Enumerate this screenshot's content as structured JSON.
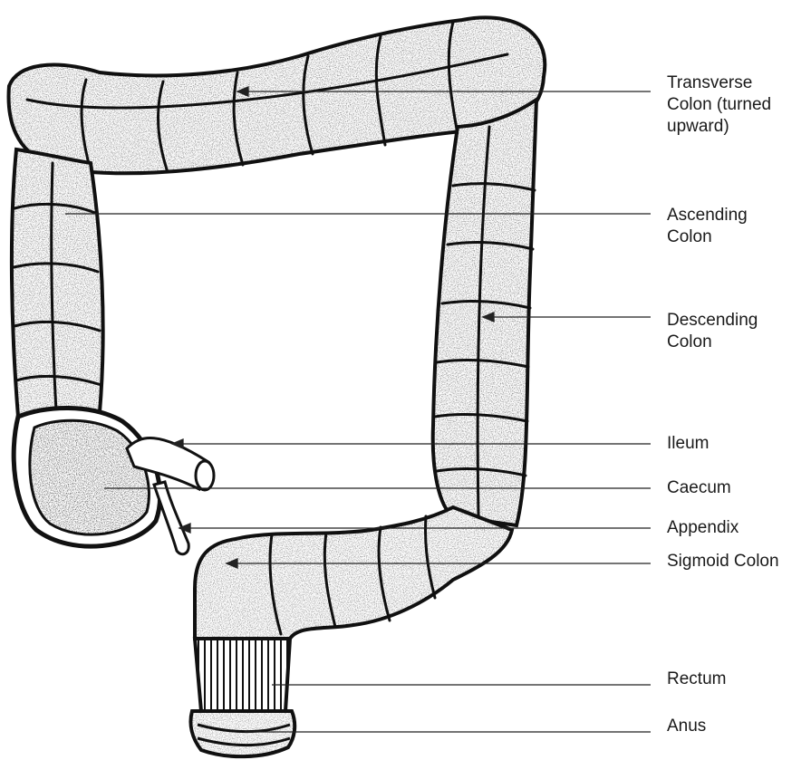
{
  "labels": {
    "transverse": "Transverse\nColon (turned\nupward)",
    "ascending": "Ascending\nColon",
    "descending": "Descending\nColon",
    "ileum": "Ileum",
    "caecum": "Caecum",
    "appendix": "Appendix",
    "sigmoid": "Sigmoid Colon",
    "rectum": "Rectum",
    "anus": "Anus"
  }
}
